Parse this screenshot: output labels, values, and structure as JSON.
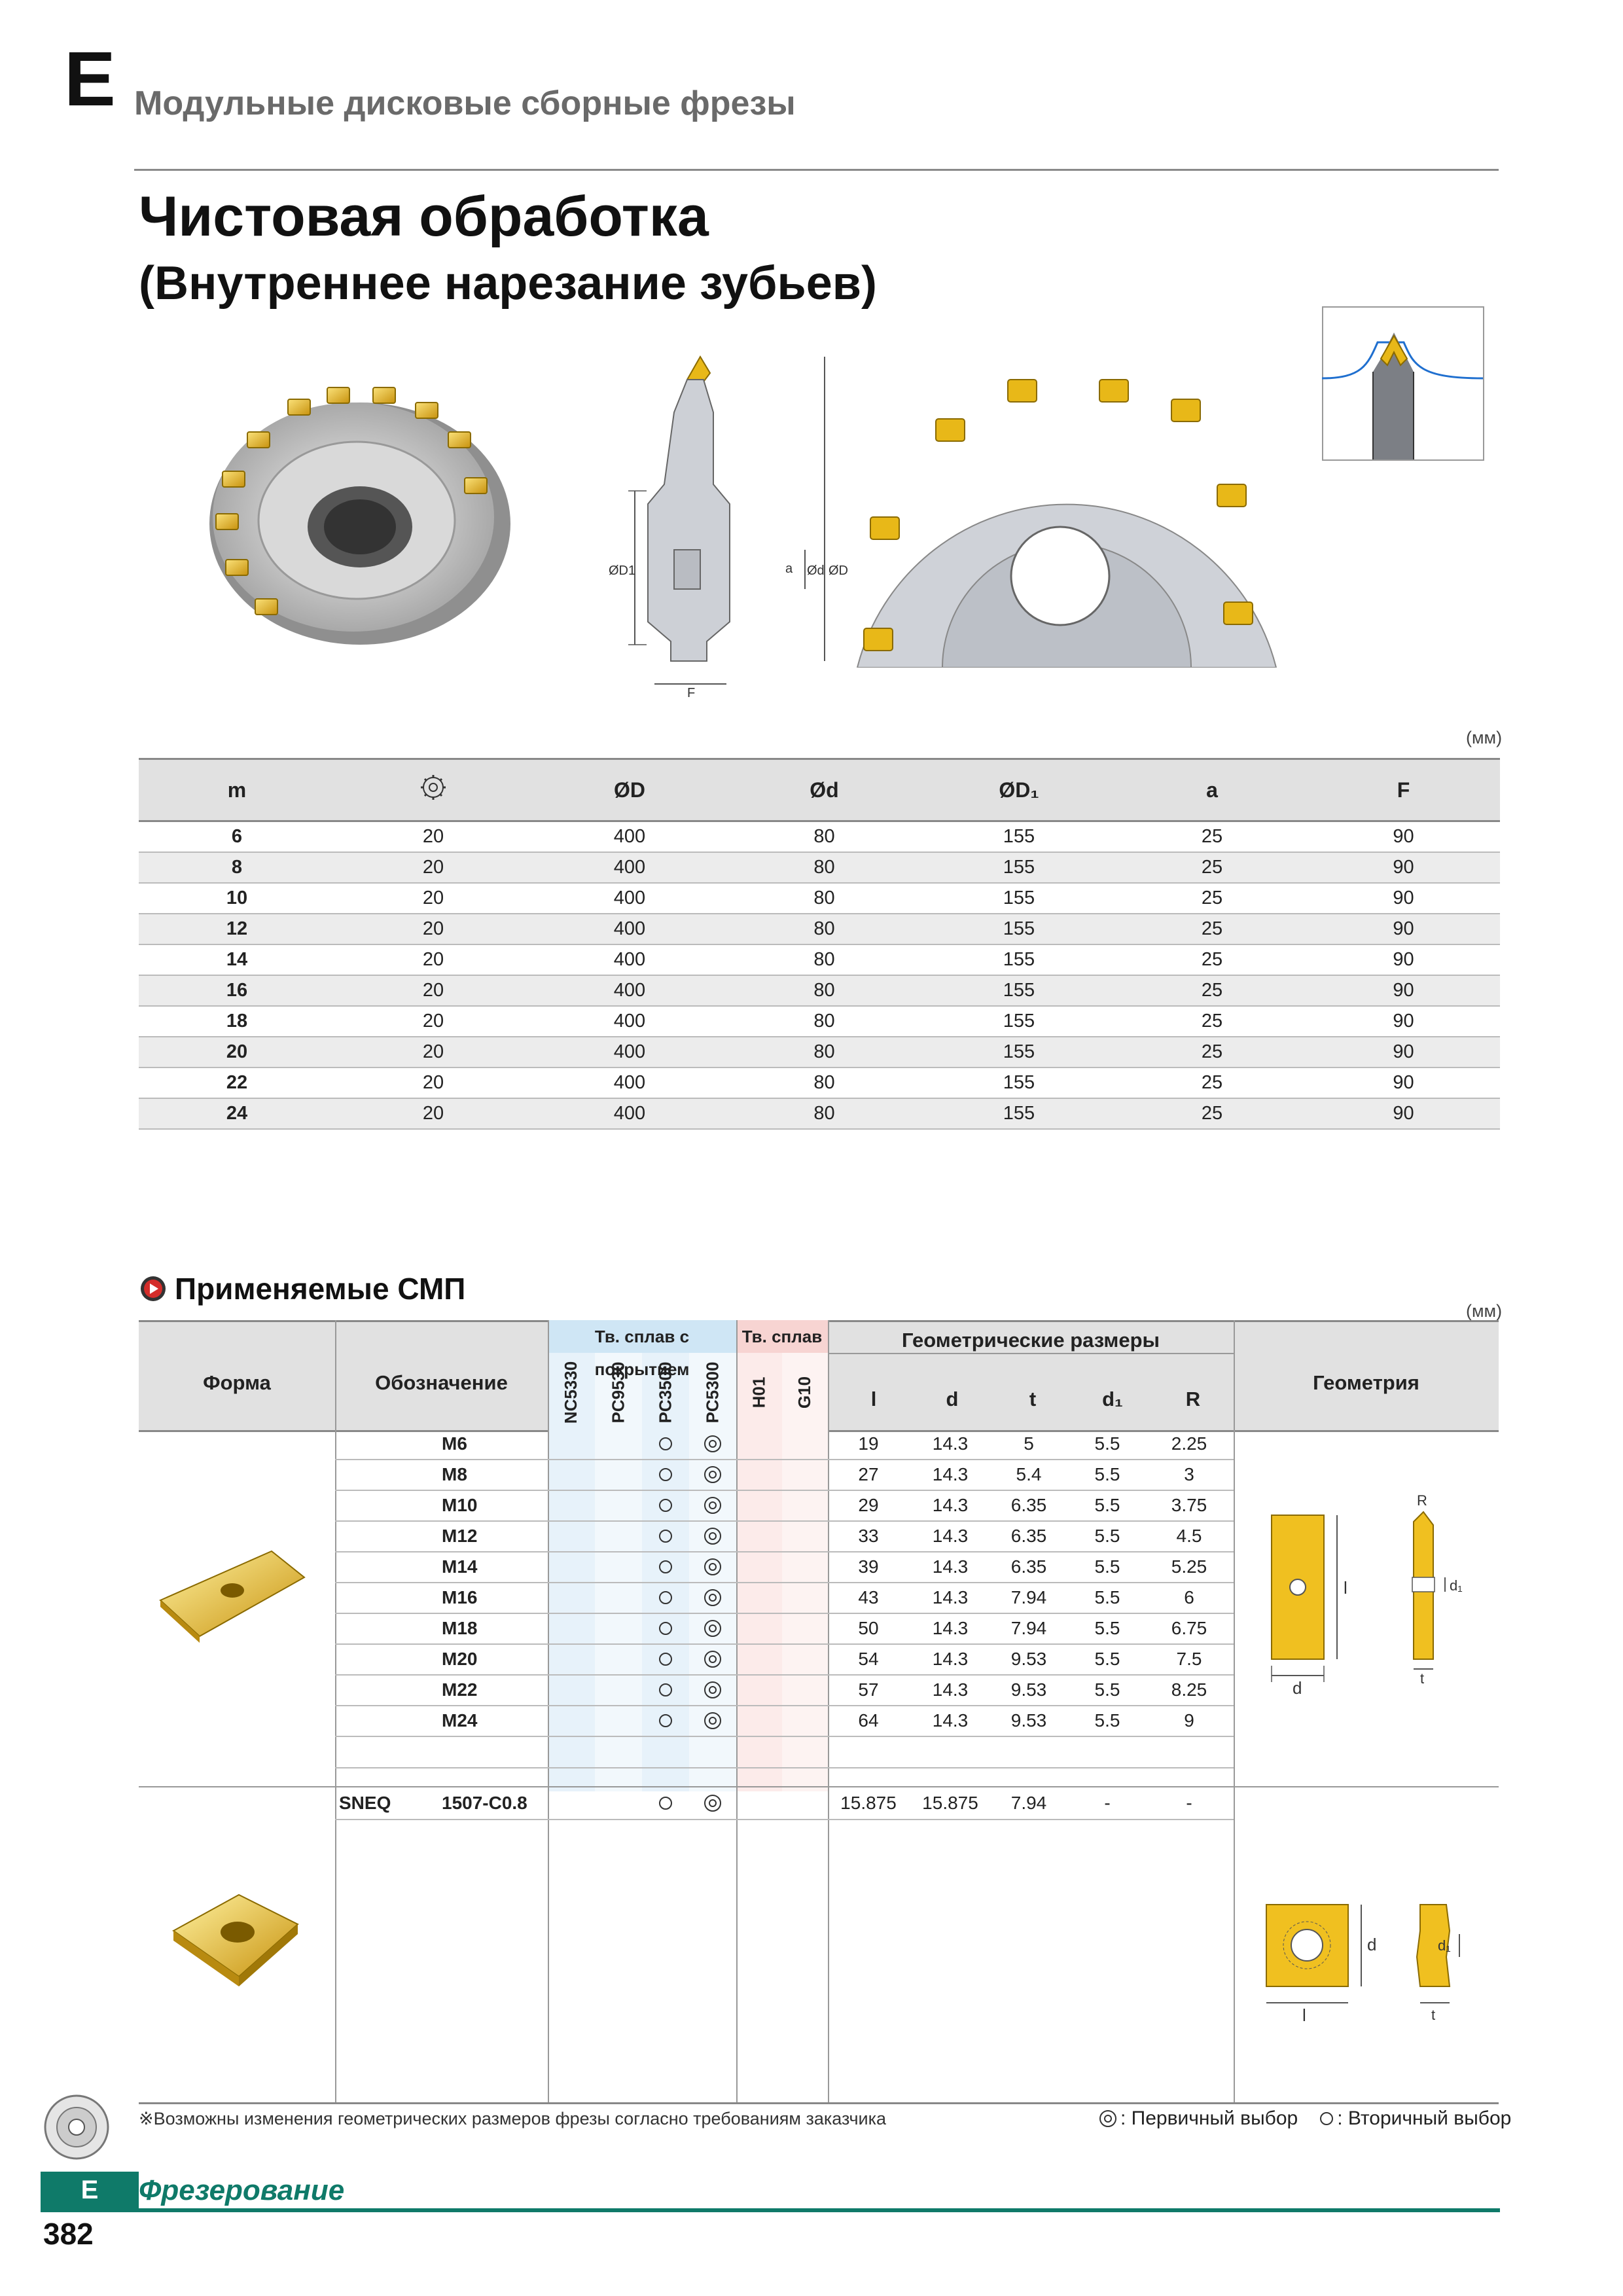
{
  "header": {
    "section_letter": "E",
    "section_title": "Модульные дисковые сборные фрезы",
    "title": "Чистовая обработка",
    "subtitle": "(Внутреннее нарезание зубьев)"
  },
  "diagram": {
    "label_D1": "ØD1",
    "label_a": "a",
    "label_d": "Ød",
    "label_D": "ØD",
    "label_F": "F"
  },
  "table1": {
    "unit": "(мм)",
    "headers": [
      "m",
      "",
      "ØD",
      "Ød",
      "ØD₁",
      "a",
      "F"
    ],
    "header_icon": "tooth-count-icon",
    "rows": [
      [
        "6",
        "20",
        "400",
        "80",
        "155",
        "25",
        "90"
      ],
      [
        "8",
        "20",
        "400",
        "80",
        "155",
        "25",
        "90"
      ],
      [
        "10",
        "20",
        "400",
        "80",
        "155",
        "25",
        "90"
      ],
      [
        "12",
        "20",
        "400",
        "80",
        "155",
        "25",
        "90"
      ],
      [
        "14",
        "20",
        "400",
        "80",
        "155",
        "25",
        "90"
      ],
      [
        "16",
        "20",
        "400",
        "80",
        "155",
        "25",
        "90"
      ],
      [
        "18",
        "20",
        "400",
        "80",
        "155",
        "25",
        "90"
      ],
      [
        "20",
        "20",
        "400",
        "80",
        "155",
        "25",
        "90"
      ],
      [
        "22",
        "20",
        "400",
        "80",
        "155",
        "25",
        "90"
      ],
      [
        "24",
        "20",
        "400",
        "80",
        "155",
        "25",
        "90"
      ]
    ]
  },
  "inserts": {
    "section_title": "Применяемые СМП",
    "unit": "(мм)",
    "headers": {
      "shape": "Форма",
      "designation": "Обозначение",
      "coated": "Тв. сплав с покрытием",
      "carbide": "Тв. сплав",
      "geom_dims": "Геометрические размеры",
      "geometry": "Геометрия"
    },
    "grades_coated": [
      "NC5330",
      "PC9530",
      "PC3500",
      "PC5300"
    ],
    "grades_carbide": [
      "H01",
      "G10"
    ],
    "dim_headers": [
      "l",
      "d",
      "t",
      "d₁",
      "R"
    ],
    "group1": [
      {
        "code": "M6",
        "pc3500": "○",
        "pc5300": "◎",
        "dims": [
          "19",
          "14.3",
          "5",
          "5.5",
          "2.25"
        ]
      },
      {
        "code": "M8",
        "pc3500": "○",
        "pc5300": "◎",
        "dims": [
          "27",
          "14.3",
          "5.4",
          "5.5",
          "3"
        ]
      },
      {
        "code": "M10",
        "pc3500": "○",
        "pc5300": "◎",
        "dims": [
          "29",
          "14.3",
          "6.35",
          "5.5",
          "3.75"
        ]
      },
      {
        "code": "M12",
        "pc3500": "○",
        "pc5300": "◎",
        "dims": [
          "33",
          "14.3",
          "6.35",
          "5.5",
          "4.5"
        ]
      },
      {
        "code": "M14",
        "pc3500": "○",
        "pc5300": "◎",
        "dims": [
          "39",
          "14.3",
          "6.35",
          "5.5",
          "5.25"
        ]
      },
      {
        "code": "M16",
        "pc3500": "○",
        "pc5300": "◎",
        "dims": [
          "43",
          "14.3",
          "7.94",
          "5.5",
          "6"
        ]
      },
      {
        "code": "M18",
        "pc3500": "○",
        "pc5300": "◎",
        "dims": [
          "50",
          "14.3",
          "7.94",
          "5.5",
          "6.75"
        ]
      },
      {
        "code": "M20",
        "pc3500": "○",
        "pc5300": "◎",
        "dims": [
          "54",
          "14.3",
          "9.53",
          "5.5",
          "7.5"
        ]
      },
      {
        "code": "M22",
        "pc3500": "○",
        "pc5300": "◎",
        "dims": [
          "57",
          "14.3",
          "9.53",
          "5.5",
          "8.25"
        ]
      },
      {
        "code": "M24",
        "pc3500": "○",
        "pc5300": "◎",
        "dims": [
          "64",
          "14.3",
          "9.53",
          "5.5",
          "9"
        ]
      }
    ],
    "group2": {
      "prefix": "SNEQ",
      "code": "1507-C0.8",
      "pc3500": "○",
      "pc5300": "◎",
      "dims": [
        "15.875",
        "15.875",
        "7.94",
        "-",
        "-"
      ]
    },
    "geom_labels": {
      "R": "R",
      "l": "l",
      "d1": "d₁",
      "d": "d",
      "t": "t"
    }
  },
  "footer": {
    "note": "※Возможны изменения геометрических размеров фрезы согласно требованиям заказчика",
    "legend_primary": ": Первичный выбор",
    "legend_secondary": ": Вторичный выбор",
    "tab_letter": "E",
    "section_name": "Фрезерование",
    "page_number": "382"
  },
  "colors": {
    "accent_teal": "#0f7a69",
    "insert_gold": "#e8b818",
    "coated_band": "#cfe6f5",
    "carbide_band": "#f7d4d2",
    "header_gray": "#e1e1e1"
  }
}
